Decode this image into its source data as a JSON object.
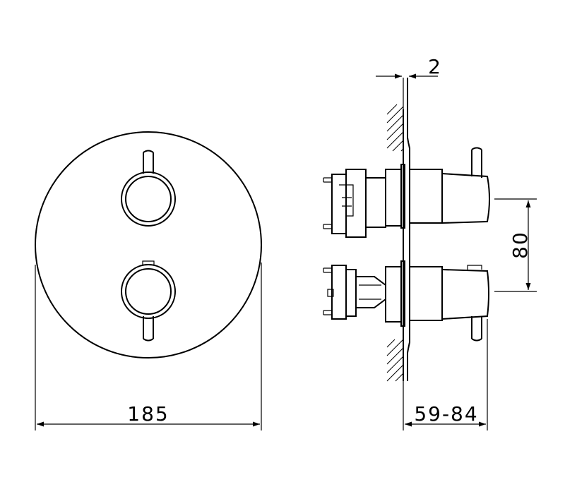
{
  "dimensions": {
    "width": "185",
    "depth": "59-84",
    "spacing": "80",
    "plate_thickness": "2"
  },
  "colors": {
    "line": "#000000",
    "background": "#ffffff"
  }
}
